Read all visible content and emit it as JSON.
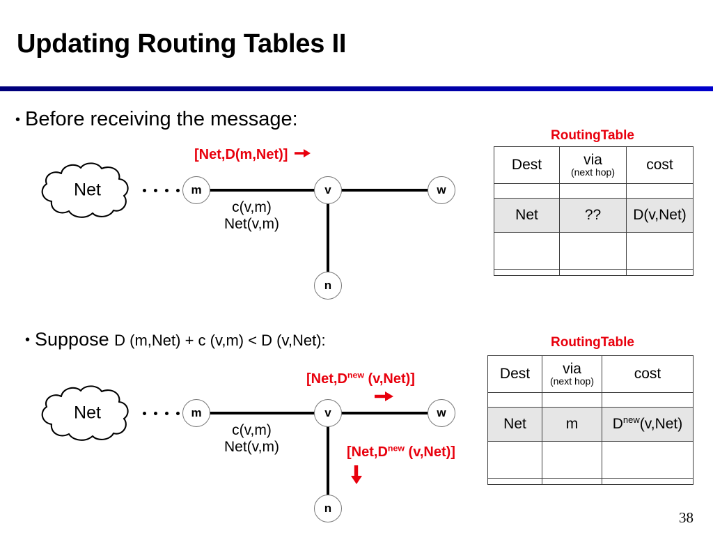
{
  "slide": {
    "title": "Updating Routing Tables II",
    "page_number": "38",
    "accent_rule_color": "#0000cc",
    "annotation_color": "#e8000d"
  },
  "bullets": {
    "first": "Before receiving the message:",
    "second_lead": "Suppose",
    "second_formula": "D (m,Net) + c (v,m) < D (v,Net):"
  },
  "diagram_top": {
    "cloud_label": "Net",
    "nodes": [
      {
        "id": "m",
        "label": "m"
      },
      {
        "id": "v",
        "label": "v"
      },
      {
        "id": "w",
        "label": "w"
      },
      {
        "id": "n",
        "label": "n"
      }
    ],
    "edge_label_cost": "c(v,m)",
    "edge_label_net": "Net(v,m)",
    "message": {
      "prefix": "[Net,D(m,Net)]",
      "arrow": "arrow-right"
    }
  },
  "diagram_bottom": {
    "cloud_label": "Net",
    "nodes": [
      {
        "id": "m",
        "label": "m"
      },
      {
        "id": "v",
        "label": "v"
      },
      {
        "id": "w",
        "label": "w"
      },
      {
        "id": "n",
        "label": "n"
      }
    ],
    "edge_label_cost": "c(v,m)",
    "edge_label_net": "Net(v,m)",
    "message_to_w": {
      "prefix": "[Net,D",
      "sup": "new",
      "suffix": " (v,Net)]",
      "arrow": "arrow-right"
    },
    "message_to_n": {
      "prefix": "[Net,D",
      "sup": "new",
      "suffix": " (v,Net)]",
      "arrow": "arrow-down"
    }
  },
  "routing_table_top": {
    "title": "RoutingTable",
    "headers": {
      "dest": "Dest",
      "via_main": "via",
      "via_sub": "(next hop)",
      "cost": "cost"
    },
    "rows": [
      {
        "dest": "",
        "via": "",
        "cost": "",
        "highlight": false
      },
      {
        "dest": "Net",
        "via": "??",
        "cost": "D(v,Net)",
        "highlight": true
      },
      {
        "dest": "",
        "via": "",
        "cost": "",
        "highlight": false
      }
    ]
  },
  "routing_table_bottom": {
    "title": "RoutingTable",
    "headers": {
      "dest": "Dest",
      "via_main": "via",
      "via_sub": "(next hop)",
      "cost": "cost"
    },
    "rows": [
      {
        "dest": "",
        "via": "",
        "cost": "",
        "highlight": false
      },
      {
        "dest": "Net",
        "via": "m",
        "cost_prefix": "D",
        "cost_sup": "new",
        "cost_suffix": "(v,Net)",
        "highlight": true
      },
      {
        "dest": "",
        "via": "",
        "cost": "",
        "highlight": false
      }
    ]
  }
}
